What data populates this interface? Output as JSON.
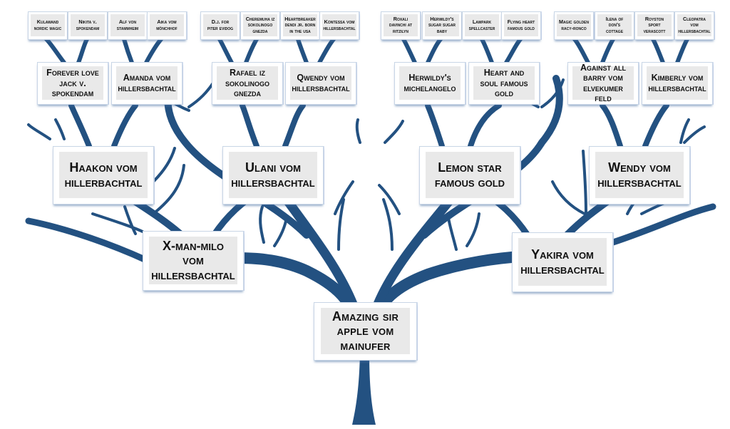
{
  "diagram": {
    "type": "pedigree-tree",
    "colors": {
      "branch": "#235181",
      "card_frame": "#ffffff",
      "card_panel": "#e9e9e9",
      "card_shadow": "#466ea0",
      "text": "#111111"
    },
    "subject": {
      "name": "Amazing Sir\nApple vom\nMainufer"
    },
    "parents": {
      "sire": {
        "name": "X-Man-Milo\nvom\nHillersbachtal"
      },
      "dam": {
        "name": "Yakira vom\nHillersbachtal"
      }
    },
    "grandparents": [
      {
        "name": "Haakon vom\nHillerbachtal"
      },
      {
        "name": "Ulani vom\nHillersbachtal"
      },
      {
        "name": "Lemon Star\nFamous Gold"
      },
      {
        "name": "Wendy vom\nHillersbachtal"
      }
    ],
    "great_grandparents": [
      {
        "name": "Forever Love\nJack v.\nSpokendam"
      },
      {
        "name": "Amanda vom\nHillersbachtal"
      },
      {
        "name": "Rafael Iz\nSokolinogo\nGnezda"
      },
      {
        "name": "Qwendy vom\nHillersbachtal"
      },
      {
        "name": "Herwildy's\nMichelangelo"
      },
      {
        "name": "Heart And\nSoul Famous\nGold"
      },
      {
        "name": "Against All\nBarry vom\nElvekumer Feld"
      },
      {
        "name": "Kimberly vom\nHillersbachtal"
      }
    ],
    "great_great_grandparents": [
      {
        "name": "Kulawand\nNordic Magic"
      },
      {
        "name": "Nikita v.\nSpokendam"
      },
      {
        "name": "Alf von\nStammheim"
      },
      {
        "name": "Aika vom\nMönchhof"
      },
      {
        "name": "D.J. for\nPiter Evidog"
      },
      {
        "name": "Cheremuha Iz\nSokolinogo\nGnezda"
      },
      {
        "name": "Heartbreaker\nDendi Jr. Born\nin the USA"
      },
      {
        "name": "Kontessa vom\nHillersbachtal"
      },
      {
        "name": "Roxali\nDavinchi at\nRitzilyn"
      },
      {
        "name": "Herwildy's\nSugar Sugar\nBaby"
      },
      {
        "name": "Lawpark\nSpellcaster"
      },
      {
        "name": "Flying Heart\nFamous Gold"
      },
      {
        "name": "Magic Golden\nRacy-Ronco"
      },
      {
        "name": "Ilena of\nDon's\nCottage"
      },
      {
        "name": "Royston\nSport\nVerascott"
      },
      {
        "name": "Cleopatra vom\nHillersbachtal"
      }
    ]
  }
}
